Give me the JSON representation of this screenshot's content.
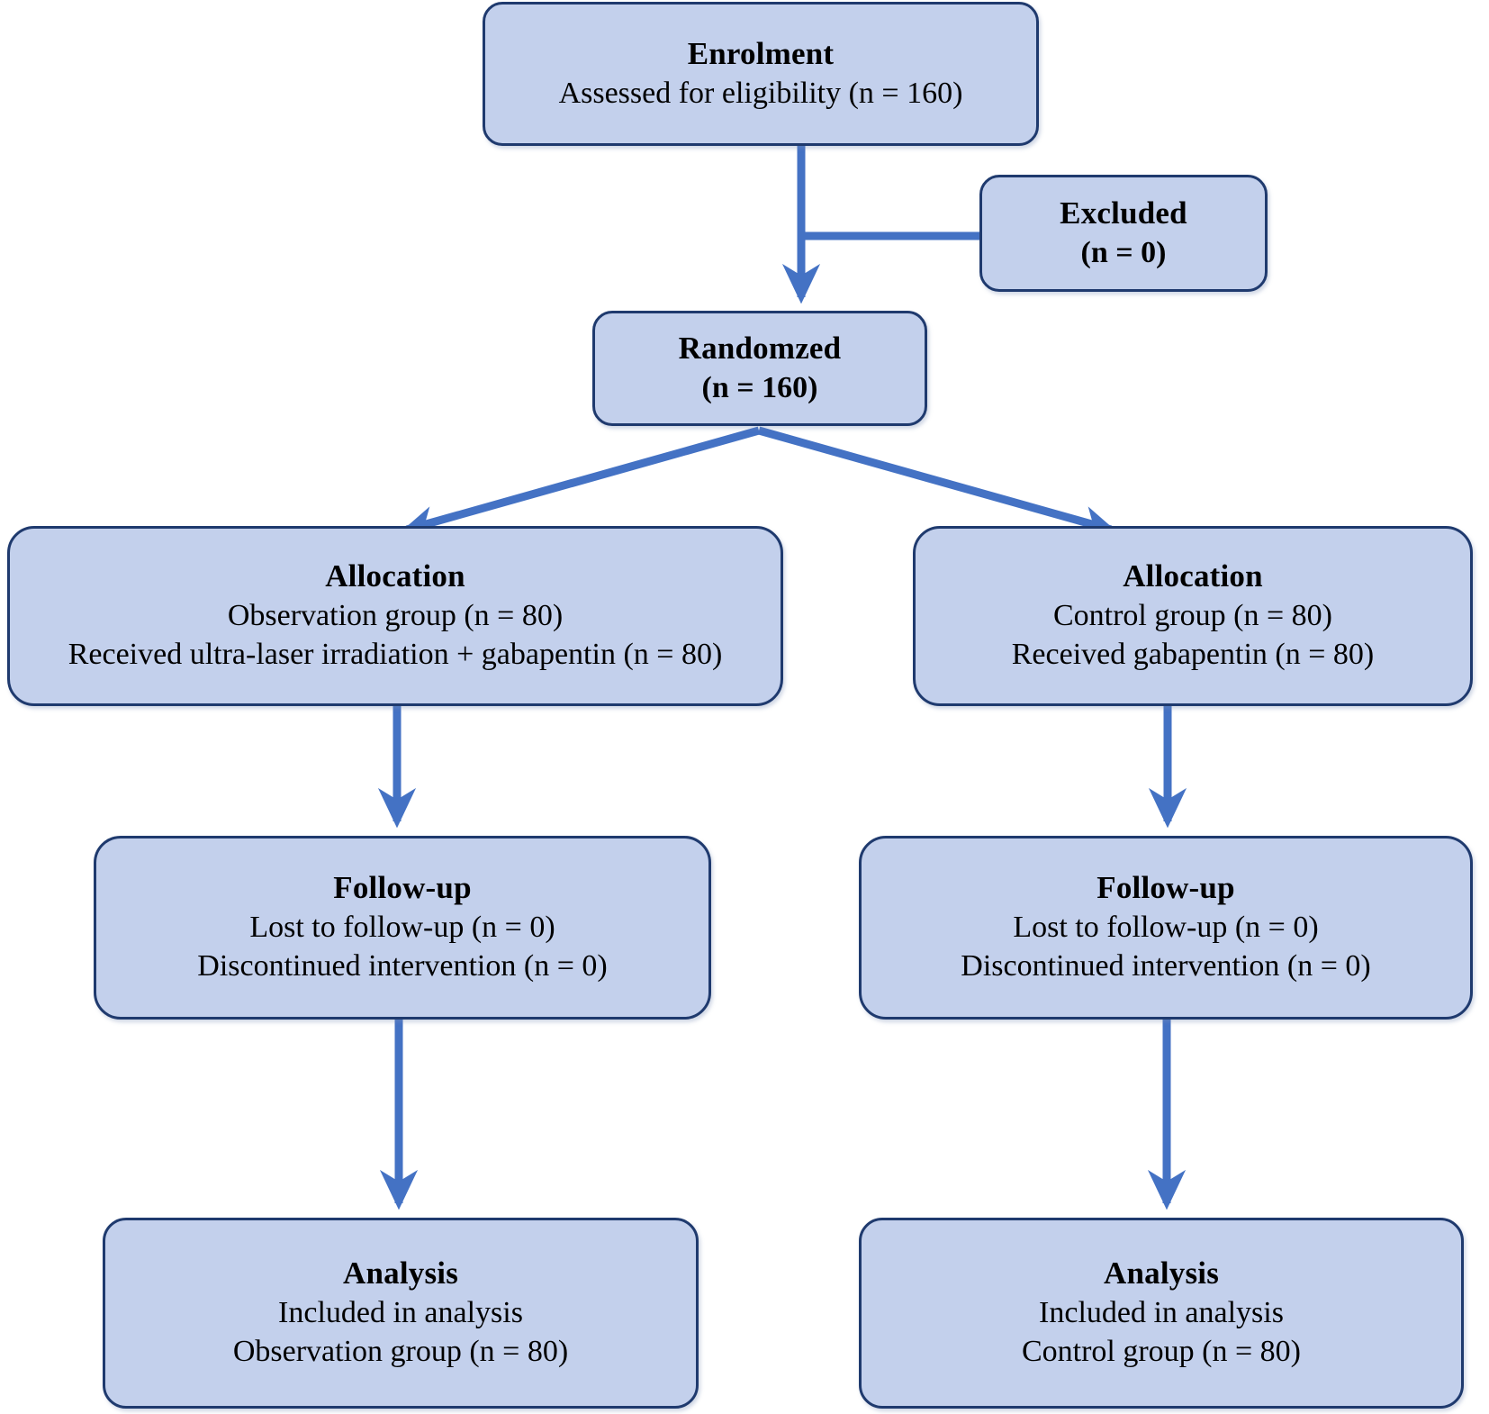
{
  "diagram": {
    "title": "CONSORT participant flow diagram",
    "colors": {
      "box_fill": "#c3d0ec",
      "box_border": "#1f3a6e",
      "connector": "#4472c4",
      "text": "#000000"
    }
  },
  "nodes": {
    "enrolment": {
      "header": "Enrolment",
      "lines": [
        "Assessed for eligibility (n = 160)"
      ]
    },
    "excluded": {
      "header": "Excluded",
      "lines": [
        "(n = 0)"
      ]
    },
    "randomized": {
      "header": "Randomzed",
      "lines": [
        "(n = 160)"
      ]
    },
    "allocation_left": {
      "header": "Allocation",
      "lines": [
        "Observation group (n = 80)",
        "Received ultra-laser irradiation + gabapentin (n = 80)"
      ]
    },
    "allocation_right": {
      "header": "Allocation",
      "lines": [
        "Control group (n = 80)",
        "Received gabapentin (n = 80)"
      ]
    },
    "followup_left": {
      "header": "Follow-up",
      "lines": [
        "Lost to follow-up (n = 0)",
        "Discontinued intervention (n = 0)"
      ]
    },
    "followup_right": {
      "header": "Follow-up",
      "lines": [
        "Lost to follow-up (n = 0)",
        "Discontinued intervention (n = 0)"
      ]
    },
    "analysis_left": {
      "header": "Analysis",
      "lines": [
        "Included in analysis",
        "Observation group (n = 80)"
      ]
    },
    "analysis_right": {
      "header": "Analysis",
      "lines": [
        "Included in analysis",
        "Control group (n = 80)"
      ]
    }
  },
  "connectors": [
    {
      "name": "enrolment-to-randomized",
      "from": "enrolment",
      "to": "randomized",
      "style": "vertical-arrow"
    },
    {
      "name": "enrolment-to-excluded",
      "from": "enrolment",
      "to": "excluded",
      "style": "horizontal-arrow"
    },
    {
      "name": "randomized-to-allocation-left",
      "from": "randomized",
      "to": "allocation_left",
      "style": "diagonal-arrow"
    },
    {
      "name": "randomized-to-allocation-right",
      "from": "randomized",
      "to": "allocation_right",
      "style": "diagonal-arrow"
    },
    {
      "name": "allocation-left-to-followup-left",
      "from": "allocation_left",
      "to": "followup_left",
      "style": "vertical-arrow"
    },
    {
      "name": "allocation-right-to-followup-right",
      "from": "allocation_right",
      "to": "followup_right",
      "style": "vertical-arrow"
    },
    {
      "name": "followup-left-to-analysis-left",
      "from": "followup_left",
      "to": "analysis_left",
      "style": "vertical-arrow"
    },
    {
      "name": "followup-right-to-analysis-right",
      "from": "followup_right",
      "to": "analysis_right",
      "style": "vertical-arrow"
    }
  ]
}
